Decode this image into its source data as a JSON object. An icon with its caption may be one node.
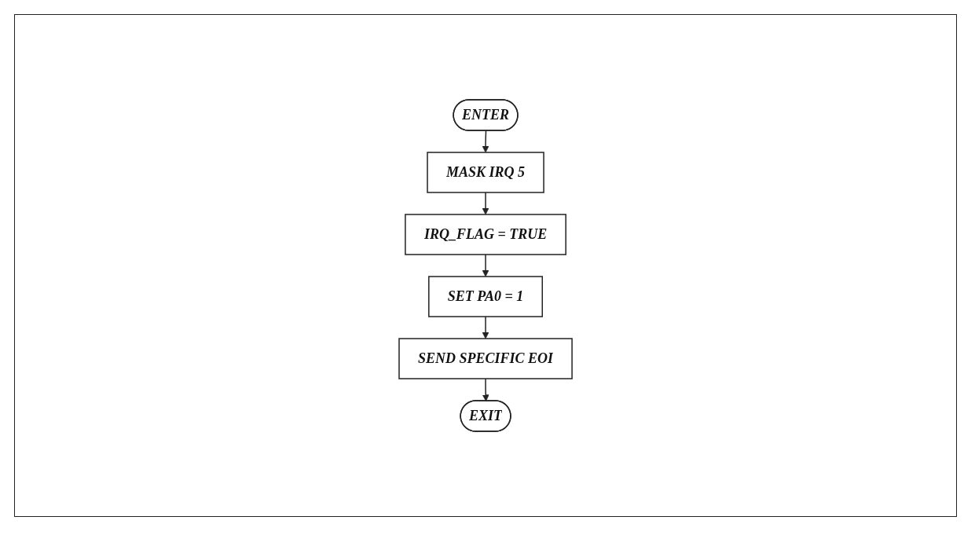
{
  "diagram": {
    "nodes": [
      {
        "text": [
          "ENTER"
        ]
      },
      {
        "text": [
          "MASK IRQ 5"
        ]
      },
      {
        "text": [
          "IRQ_FLAG = TRUE"
        ]
      },
      {
        "text": [
          "SET PA0 = 1"
        ]
      },
      {
        "text": [
          "SEND SPECIFIC EOI"
        ]
      },
      {
        "text": [
          "EXIT"
        ]
      }
    ],
    "edges": [
      {
        "from": 0,
        "to": 1,
        "arrow": "to"
      },
      {
        "from": 1,
        "to": 2,
        "arrow": "to"
      },
      {
        "from": 2,
        "to": 3,
        "arrow": "to"
      },
      {
        "from": 3,
        "to": 4,
        "arrow": "to"
      },
      {
        "from": 4,
        "to": 5,
        "arrow": "to"
      }
    ]
  }
}
